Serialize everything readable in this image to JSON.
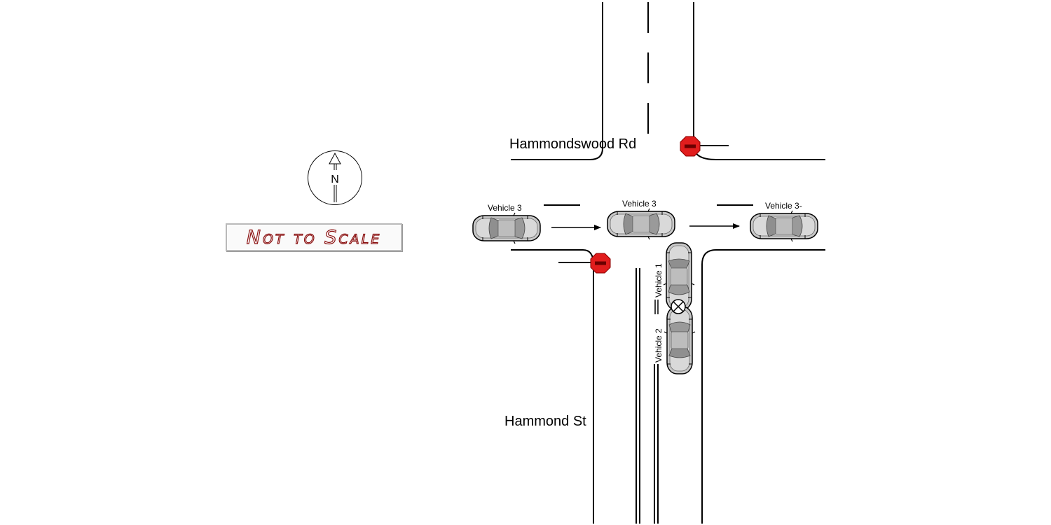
{
  "streets": {
    "north_road": "Hammondswood Rd",
    "south_road": "Hammond St"
  },
  "vehicles": {
    "vehicle3_a": "Vehicle 3",
    "vehicle3_b": "Vehicle 3",
    "vehicle3_c": "Vehicle 3-",
    "vehicle1": "Vehicle 1",
    "vehicle2": "Vehicle 2"
  },
  "compass": {
    "letter": "N"
  },
  "scale_note": "Not to Scale",
  "icons": [
    "north-arrow-icon",
    "stop-sign-icon",
    "car-icon",
    "direction-arrow-icon",
    "collision-point-icon"
  ],
  "colors": {
    "stop_sign": "#e11d1d",
    "car_body": "#c8c8c8",
    "scale_text_outline": "#8a1010"
  }
}
